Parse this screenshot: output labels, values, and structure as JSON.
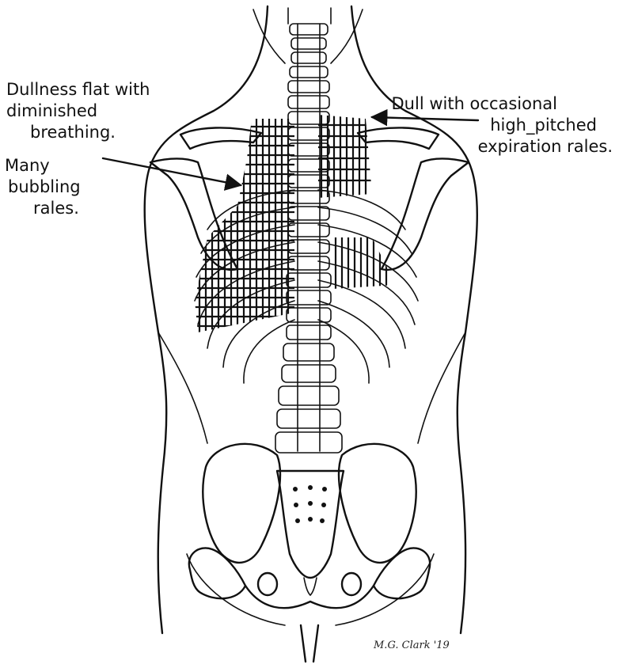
{
  "annotations": {
    "upper_left": {
      "line1": "Dullness flat with",
      "line2": "diminished",
      "line3": "breathing."
    },
    "lower_left": {
      "line1": "Many",
      "line2": "bubbling",
      "line3": "rales."
    },
    "upper_right": {
      "line1": "Dull with occasional",
      "line2": "high_pitched",
      "line3": "expiration rales."
    }
  },
  "signature": "M.G. Clark '19",
  "colors": {
    "ink": "#111111",
    "paper": "#ffffff"
  }
}
